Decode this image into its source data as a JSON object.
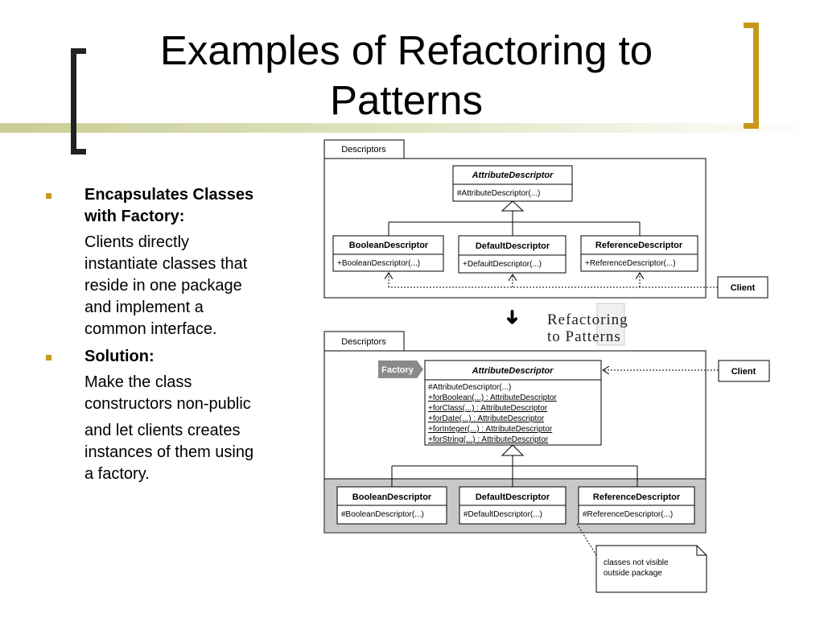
{
  "slide": {
    "title_line1": "Examples of Refactoring to",
    "title_line2": "Patterns",
    "bullets": [
      {
        "heading_line1": "Encapsulates Classes",
        "heading_line2": "with Factory:",
        "body": [
          "Clients directly",
          "instantiate classes that",
          "reside in one package",
          "and implement a",
          "common interface."
        ]
      },
      {
        "heading_line1": "Solution:",
        "body": [
          "Make the class",
          "constructors non-public",
          "and let clients creates",
          "instances of them using",
          "a factory."
        ]
      }
    ],
    "accent_color": "#c8981a"
  },
  "diagram_before": {
    "package_tab": "Descriptors",
    "abstract_class": "AttributeDescriptor",
    "abstract_method": "#AttributeDescriptor(...)",
    "subclasses": [
      {
        "name": "BooleanDescriptor",
        "method": "+BooleanDescriptor(...)"
      },
      {
        "name": "DefaultDescriptor",
        "method": "+DefaultDescriptor(...)"
      },
      {
        "name": "ReferenceDescriptor",
        "method": "+ReferenceDescriptor(...)"
      }
    ],
    "client": "Client"
  },
  "transition": {
    "arrow": "➜",
    "logo_line1": "Refactoring",
    "logo_line2": "to Patterns"
  },
  "diagram_after": {
    "package_tab": "Descriptors",
    "factory_tag": "Factory",
    "abstract_class": "AttributeDescriptor",
    "methods": [
      "#AttributeDescriptor(...)",
      "+forBoolean(...) : AttributeDescriptor",
      "+forClass(...) : AttributeDescriptor",
      "+forDate(...) : AttributeDescriptor",
      "+forInteger(...) : AttributeDescriptor",
      "+forString(...) : AttributeDescriptor"
    ],
    "subclasses": [
      {
        "name": "BooleanDescriptor",
        "method": "#BooleanDescriptor(...)"
      },
      {
        "name": "DefaultDescriptor",
        "method": "#DefaultDescriptor(...)"
      },
      {
        "name": "ReferenceDescriptor",
        "method": "#ReferenceDescriptor(...)"
      }
    ],
    "client": "Client",
    "note_line1": "classes not visible",
    "note_line2": "outside package"
  }
}
